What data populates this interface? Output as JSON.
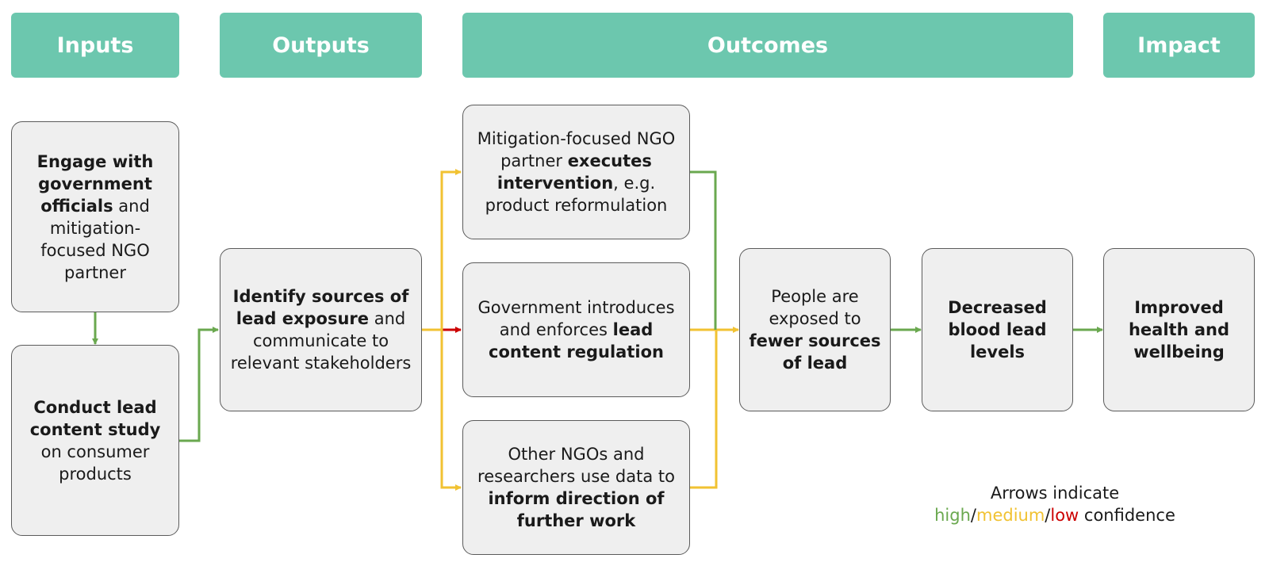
{
  "headers": {
    "inputs": "Inputs",
    "outputs": "Outputs",
    "outcomes": "Outcomes",
    "impact": "Impact"
  },
  "boxes": {
    "engage": {
      "b1": "Engage with government officials",
      "t1": " and mitigation-focused NGO partner"
    },
    "conduct": {
      "b1": "Conduct lead content study",
      "t1": " on consumer products"
    },
    "identify": {
      "b1": "Identify sources of lead exposure",
      "t1": " and communicate to relevant stakeholders"
    },
    "mitigation": {
      "t1": "Mitigation-focused NGO partner ",
      "b1": "executes intervention",
      "t2": ", e.g. product reformulation"
    },
    "government": {
      "t1": "Government introduces and enforces ",
      "b1": "lead content regulation"
    },
    "others": {
      "t1": "Other NGOs and researchers use data to ",
      "b1": "inform direction of further work"
    },
    "people": {
      "t1": "People are exposed to ",
      "b1": "fewer sources of lead"
    },
    "decreased": {
      "b1": "Decreased blood lead levels"
    },
    "improved": {
      "b1": "Improved health and wellbeing"
    }
  },
  "legend": {
    "line1": "Arrows indicate",
    "high": "high",
    "sep1": "/",
    "medium": "medium",
    "sep2": "/",
    "low": "low",
    "suffix": " confidence"
  },
  "colors": {
    "header": "#6cc7ae",
    "high": "#6aa84f",
    "medium": "#f1c232",
    "low": "#cc0000",
    "box_fill": "#efefef",
    "box_border": "#5b5b5b"
  }
}
